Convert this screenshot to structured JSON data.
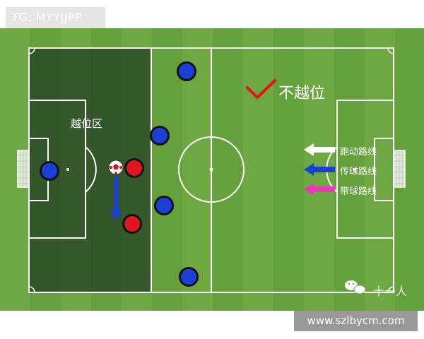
{
  "tag": {
    "text": "TG: MYYJJPP"
  },
  "field": {
    "zone_label": "越位区",
    "not_offside_label": "不越位",
    "check_color": "#e0161d",
    "zone_color": "#1e3226"
  },
  "legend": [
    {
      "label": "跑动路线",
      "color": "#ffffff"
    },
    {
      "label": "传球路线",
      "color": "#1a3fd6"
    },
    {
      "label": "带球路线",
      "color": "#e83ab8"
    }
  ],
  "players": {
    "blue_color": "#1a3fd6",
    "red_color": "#e0161d",
    "ball_icon": "soccer-ball-icon"
  },
  "watermark": {
    "brand": "十一人",
    "icon": "wechat-icon"
  },
  "site": {
    "text": "www.szlbycm.com"
  }
}
